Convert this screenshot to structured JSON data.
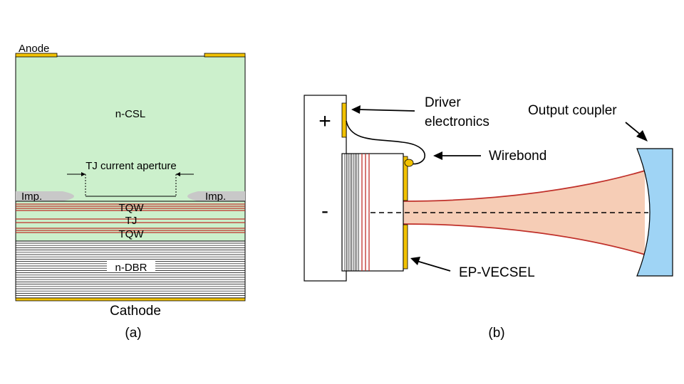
{
  "left_panel": {
    "caption": "(a)",
    "anode_label": "Anode",
    "cathode_label": "Cathode",
    "ncsl_label": "n-CSL",
    "aperture_label": "TJ current aperture",
    "imp_left_label": "Imp.",
    "imp_right_label": "Imp.",
    "tqw_top_label": "TQW",
    "tj_label": "TJ",
    "tqw_bottom_label": "TQW",
    "ndbr_label": "n-DBR"
  },
  "right_panel": {
    "caption": "(b)",
    "plus_label": "+",
    "minus_label": "-",
    "driver_label_line1": "Driver",
    "driver_label_line2": "electronics",
    "wirebond_label": "Wirebond",
    "output_coupler_label": "Output coupler",
    "vecsel_label": "EP-VECSEL"
  },
  "colors": {
    "csl_fill": "#ccf0cc",
    "contact_gold": "#f2c200",
    "layer_red": "#c0302a",
    "implant_gray": "#c8c8c8",
    "beam_fill": "#f6cdb6",
    "mirror_blue": "#9fd4f5"
  }
}
